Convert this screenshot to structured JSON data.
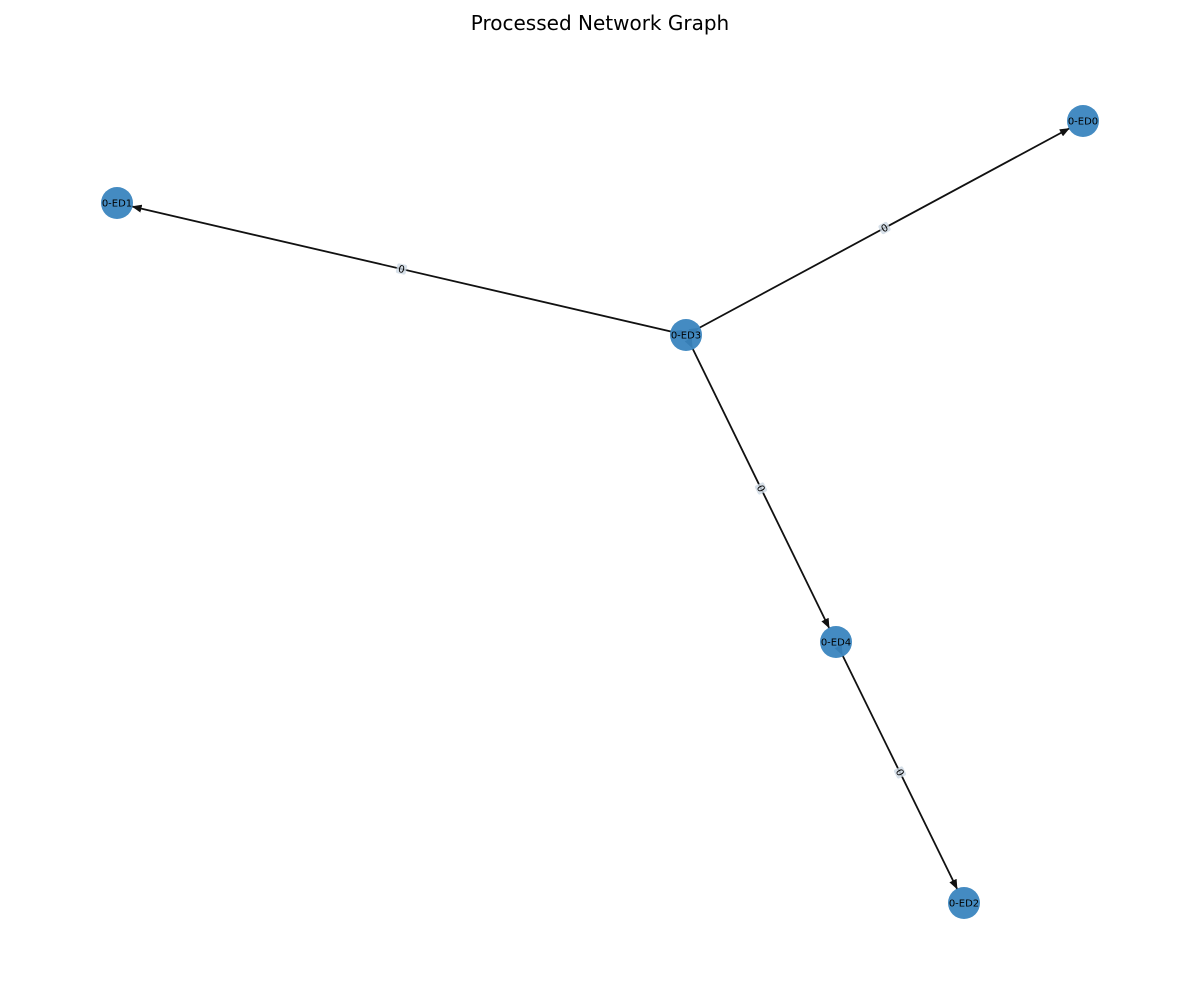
{
  "title": "Processed Network Graph",
  "colors": {
    "node_fill": "#3a85bf",
    "edge": "#111111",
    "edge_label_box": "#cdd8e4"
  },
  "nodes": [
    {
      "id": "0-ED0",
      "label": "0-ED0"
    },
    {
      "id": "0-ED1",
      "label": "0-ED1"
    },
    {
      "id": "0-ED2",
      "label": "0-ED2"
    },
    {
      "id": "0-ED3",
      "label": "0-ED3"
    },
    {
      "id": "0-ED4",
      "label": "0-ED4"
    }
  ],
  "edges": [
    {
      "source": "0-ED3",
      "target": "0-ED1",
      "label": "0",
      "directed": "both"
    },
    {
      "source": "0-ED3",
      "target": "0-ED0",
      "label": "0",
      "directed": "both"
    },
    {
      "source": "0-ED3",
      "target": "0-ED4",
      "label": "0",
      "directed": "both"
    },
    {
      "source": "0-ED4",
      "target": "0-ED2",
      "label": "0",
      "directed": "both"
    }
  ]
}
